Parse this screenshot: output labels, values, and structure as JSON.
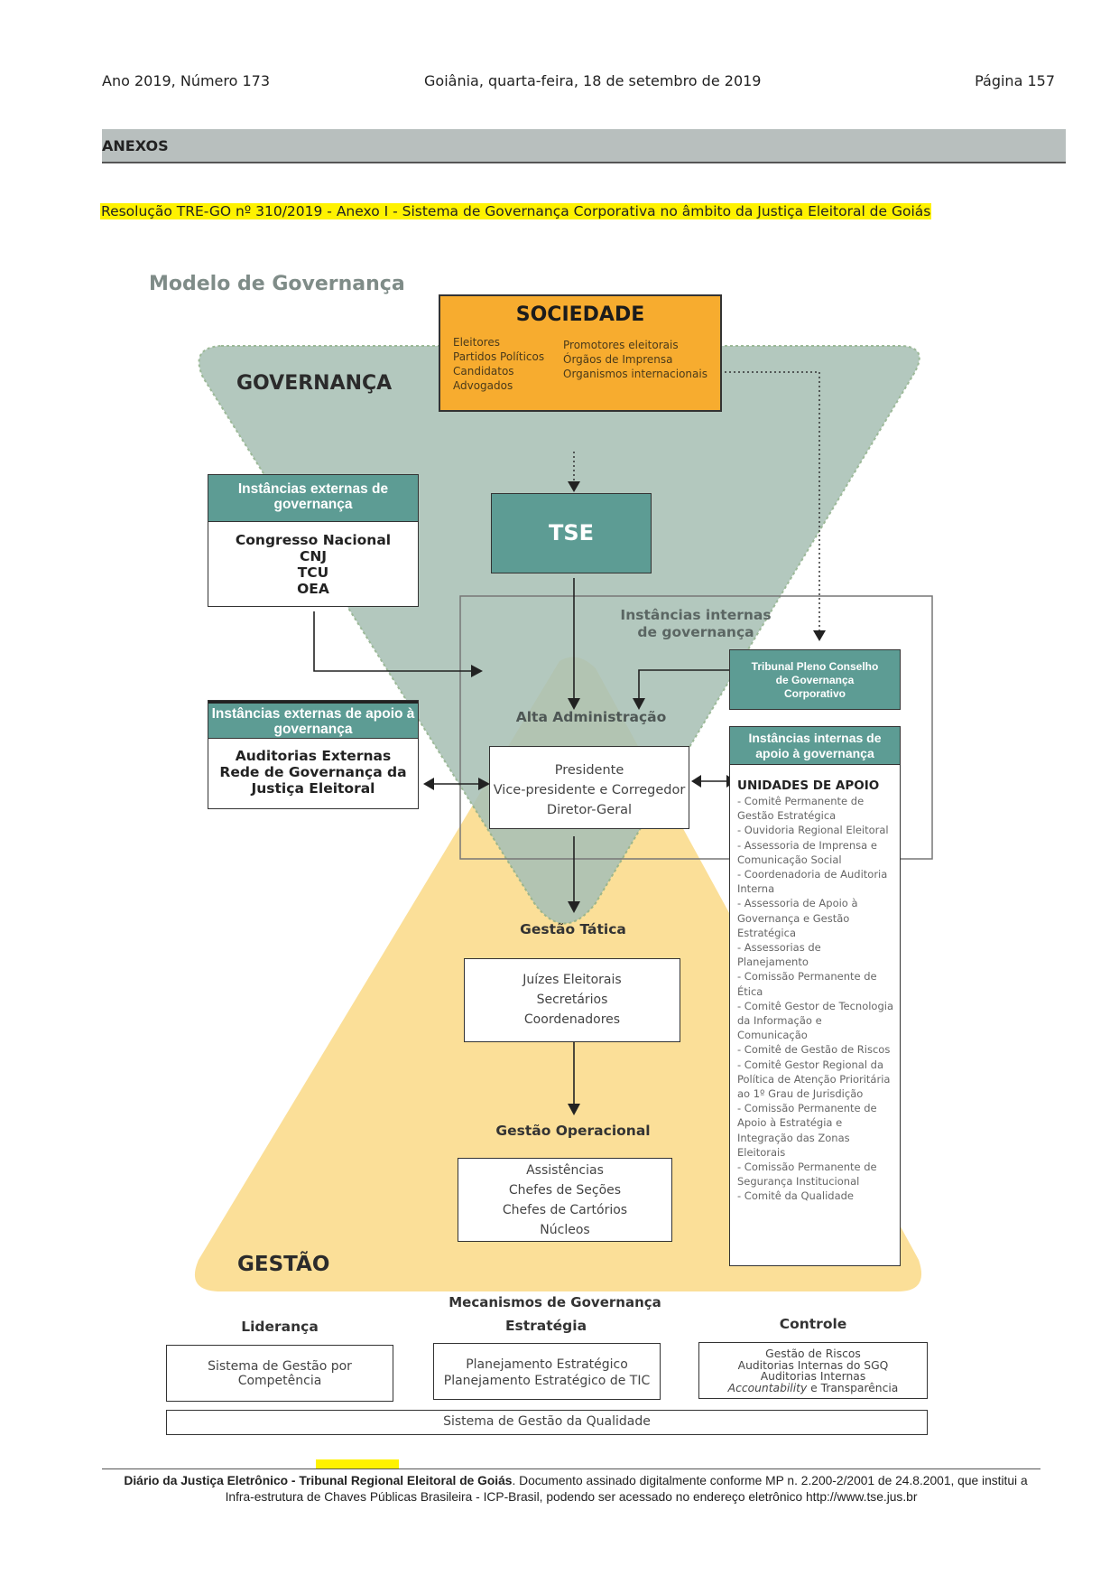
{
  "header": {
    "left": "Ano 2019, Número 173",
    "center": "Goiânia, quarta-feira, 18 de setembro de 2019",
    "right": "Página 157"
  },
  "section_title": "ANEXOS",
  "resolution_title": "Resolução TRE-GO nº 310/2019 - Anexo I  - Sistema de Governança Corporativa no âmbito da Justiça Eleitoral de Goiás",
  "diagram": {
    "title": "Modelo de Governança",
    "governanca_label": "GOVERNANÇA",
    "gestao_label": "GESTÃO",
    "sociedade": {
      "title": "SOCIEDADE",
      "col1": [
        "Eleitores",
        "Partidos Políticos",
        "Candidatos",
        "Advogados"
      ],
      "col2": [
        "Promotores eleitorais",
        "Órgãos de Imprensa",
        "Organismos internacionais"
      ]
    },
    "tse": "TSE",
    "ext_gov": {
      "header": "Instâncias externas de governança",
      "items": [
        "Congresso Nacional",
        "CNJ",
        "TCU",
        "OEA"
      ]
    },
    "ext_apoio": {
      "header": "Instâncias externas de apoio à governança",
      "items": [
        "Auditorias Externas",
        "Rede de Governança da Justiça Eleitoral"
      ]
    },
    "int_gov_label": "Instâncias internas de governança",
    "tribunal": "Tribunal Pleno Conselho de Governança Corporativo",
    "int_apoio": {
      "header": "Instâncias internas de apoio à governança",
      "subtitle": "UNIDADES DE APOIO",
      "items": [
        "- Comitê Permanente de Gestão Estratégica",
        "- Ouvidoria Regional Eleitoral",
        "- Assessoria de Imprensa e Comunicação Social",
        "- Coordenadoria de Auditoria Interna",
        "- Assessoria de Apoio à Governança e Gestão Estratégica",
        "- Assessorias de Planejamento",
        "- Comissão Permanente de Ética",
        "- Comitê Gestor de Tecnologia da Informação e Comunicação",
        "- Comitê de Gestão de Riscos",
        "- Comitê Gestor Regional da Política de Atenção Prioritária ao 1º Grau de Jurisdição",
        "- Comissão Permanente de Apoio à Estratégia e Integração das Zonas Eleitorais",
        "- Comissão Permanente de Segurança Institucional",
        "- Comitê da Qualidade"
      ]
    },
    "alta_adm": {
      "label": "Alta Administração",
      "items": [
        "Presidente",
        "Vice-presidente e Corregedor",
        "Diretor-Geral"
      ]
    },
    "gestao_tatica": {
      "label": "Gestão Tática",
      "items": [
        "Juízes Eleitorais",
        "Secretários",
        "Coordenadores"
      ]
    },
    "gestao_operacional": {
      "label": "Gestão Operacional",
      "items": [
        "Assistências",
        "Chefes de Seções",
        "Chefes de Cartórios",
        "Núcleos"
      ]
    },
    "mecanismos": {
      "title": "Mecanismos de Governança",
      "lideranca": {
        "label": "Liderança",
        "items": [
          "Sistema de Gestão por Competência"
        ]
      },
      "estrategia": {
        "label": "Estratégia",
        "items": [
          "Planejamento Estratégico",
          "Planejamento Estratégico de TIC"
        ]
      },
      "controle": {
        "label": "Controle",
        "items": [
          "Gestão de Riscos",
          "Auditorias Internas do SGQ",
          "Auditorias Internas"
        ],
        "last_italic": "Accountability",
        "last_rest": " e Transparência"
      },
      "sgq": "Sistema de Gestão da Qualidade"
    },
    "colors": {
      "green_triangle": "#a9c1b6",
      "yellow_triangle": "#fbdc8f",
      "orange": "#f7ac2f",
      "teal": "#5d9c94"
    }
  },
  "footer": {
    "line1_bold": "Diário da Justiça Eletrônico - Tribunal Regional Eleitoral de Goiás",
    "line1_rest": ". Documento assinado digitalmente conforme MP n. 2.200-2/2001 de 24.8.2001, que institui a",
    "line2": "Infra-estrutura de Chaves Públicas Brasileira - ICP-Brasil, podendo ser acessado no endereço eletrônico http://www.tse.jus.br"
  }
}
